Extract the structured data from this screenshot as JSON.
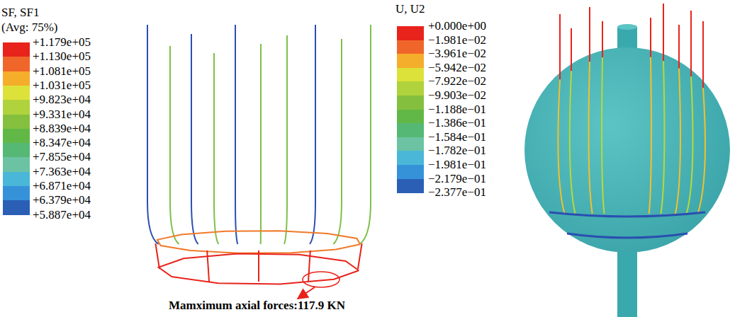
{
  "diagram": {
    "labels": [
      "SF, SF1",
      "(Avg: 75%)",
      "Mamximum axial forces:117.9 KN",
      "U, U2"
    ],
    "legend": [
      {
        "text": "+1.179e+05",
        "color": "#e8231c"
      },
      {
        "text": "+1.130e+05",
        "color": "#f0662a"
      },
      {
        "text": "+1.081e+05",
        "color": "#f5ad2c"
      },
      {
        "text": "+1.031e+05",
        "color": "#dde23a"
      },
      {
        "text": "+9.823e+04",
        "color": "#b0d23c"
      },
      {
        "text": "+9.331e+04",
        "color": "#84c03e"
      },
      {
        "text": "+8.839e+04",
        "color": "#62b847"
      },
      {
        "text": "+8.347e+04",
        "color": "#55b874"
      },
      {
        "text": "+7.855e+04",
        "color": "#6cc3a3"
      },
      {
        "text": "+7.363e+04",
        "color": "#4bb7d8"
      },
      {
        "text": "+6.871e+04",
        "color": "#3592d9"
      },
      {
        "text": "+6.379e+04",
        "color": "#2a5fb5"
      },
      {
        "text": "+5.887e+04"
      },
      {
        "text": "+0.000e+00",
        "color": "#e8231c"
      },
      {
        "text": "−1.981e−02",
        "color": "#f0662a"
      },
      {
        "text": "−3.961e−02",
        "color": "#f5ad2c"
      },
      {
        "text": "−5.942e−02",
        "color": "#dde23a"
      },
      {
        "text": "−7.922e−02",
        "color": "#b0d23c"
      },
      {
        "text": "−9.903e−02",
        "color": "#84c03e"
      },
      {
        "text": "−1.188e−01",
        "color": "#62b847"
      },
      {
        "text": "−1.386e−01",
        "color": "#55b874"
      },
      {
        "text": "−1.584e−01",
        "color": "#6cc3a3"
      },
      {
        "text": "−1.782e−01",
        "color": "#4bb7d8"
      },
      {
        "text": "−1.981e−01",
        "color": "#3592d9"
      },
      {
        "text": "−2.179e−01",
        "color": "#2a5fb5"
      },
      {
        "text": "−2.377e−01"
      }
    ]
  }
}
